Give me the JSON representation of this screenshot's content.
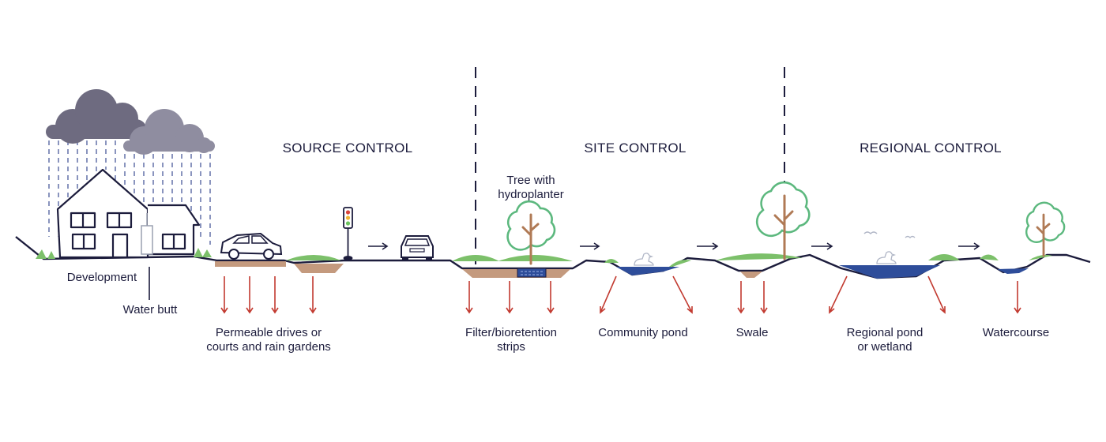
{
  "zones": {
    "source": "SOURCE CONTROL",
    "site": "SITE CONTROL",
    "regional": "REGIONAL CONTROL"
  },
  "labels": {
    "development": "Development",
    "water_butt": "Water butt",
    "permeable": [
      "Permeable drives or",
      "courts and rain gardens"
    ],
    "tree": [
      "Tree with",
      "hydroplanter"
    ],
    "filter": [
      "Filter/bioretention",
      "strips"
    ],
    "community_pond": "Community pond",
    "swale": "Swale",
    "regional_pond": [
      "Regional pond",
      "or wetland"
    ],
    "watercourse": "Watercourse"
  },
  "colors": {
    "ink": "#1c1c3c",
    "cloud_dark": "#6e6b80",
    "cloud_light": "#8f8da0",
    "rain": "#4a5a9c",
    "grass": "#7cc06a",
    "soil": "#c49a7e",
    "water": "#2e4d9a",
    "tree": "#5cb87e",
    "trunk": "#b07a55",
    "infiltration_arrow": "#c23a30"
  }
}
